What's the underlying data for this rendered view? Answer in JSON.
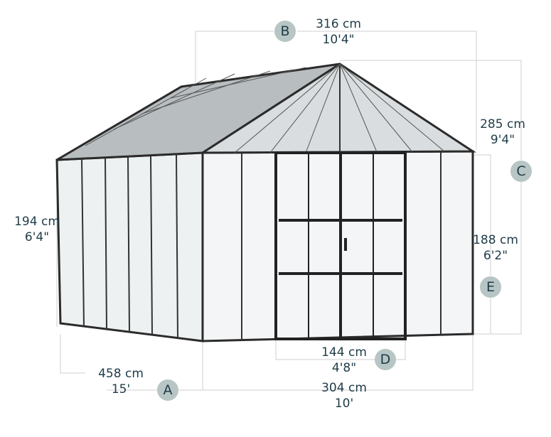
{
  "colors": {
    "text": "#1f3c49",
    "badge": "#b7c5c5",
    "dimension_line": "#c8c8c8",
    "frame": "#2b2b2b",
    "glass": "#e9eced"
  },
  "dimensions": [
    {
      "id": "B",
      "metric": "316 cm",
      "imperial": "10'4\""
    },
    {
      "id": "C",
      "metric": "285 cm",
      "imperial": "9'4\""
    },
    {
      "id": "side-height",
      "metric": "194 cm",
      "imperial": "6'4\""
    },
    {
      "id": "E",
      "metric": "188 cm",
      "imperial": "6'2\""
    },
    {
      "id": "D",
      "metric": "144 cm",
      "imperial": "4'8\""
    },
    {
      "id": "A-length",
      "metric": "458 cm",
      "imperial": "15'"
    },
    {
      "id": "A-width",
      "metric": "304 cm",
      "imperial": "10'"
    }
  ],
  "badges": {
    "A": "A",
    "B": "B",
    "C": "C",
    "D": "D",
    "E": "E"
  }
}
